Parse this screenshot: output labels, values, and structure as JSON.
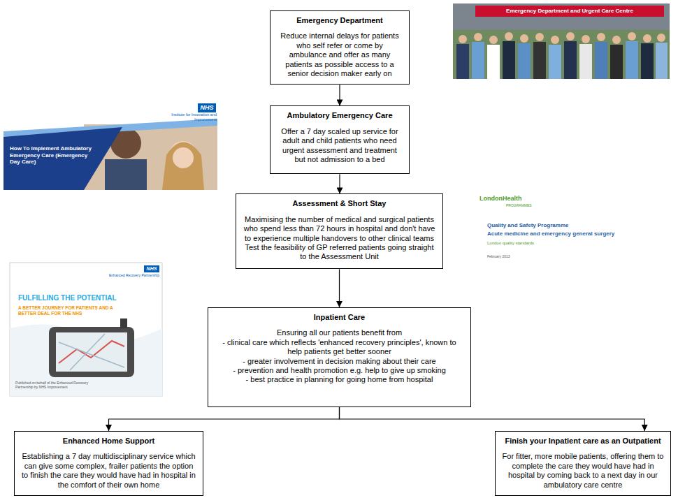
{
  "diagram": {
    "nodes": [
      {
        "text": [
          "Emergency Department",
          "Reduce internal delays for patients who self refer or come by ambulance and offer as many patients as possible access to a senior decision maker early on"
        ]
      },
      {
        "text": [
          "Ambulatory Emergency Care",
          "Offer a 7 day scaled up service for adult and child patients who need urgent assessment and treatment but not admission to a bed"
        ]
      },
      {
        "text": [
          "Assessment & Short Stay",
          "Maximising the number of medical and surgical patients who spend less than 72 hours in hospital and don't have to experience multiple handovers to other clinical teams",
          "Test the feasibility of GP referred patients going straight to the Assessment Unit"
        ]
      },
      {
        "text": [
          "Inpatient Care",
          "Ensuring all our patients benefit from",
          "- clinical care which reflects 'enhanced recovery principles', known to help patients get better sooner",
          "- greater involvement in decision making about their care",
          "- prevention and health promotion e.g. help to give up smoking",
          "- best practice in planning for going home from hospital"
        ]
      },
      {
        "text": [
          "Enhanced Home Support",
          "Establishing a 7 day multidisciplinary service which can give some complex, frailer patients the option to finish the care they would have had in hospital in the comfort of their own home"
        ]
      },
      {
        "text": [
          "Finish your Inpatient care as an Outpatient",
          "For fitter, more mobile patients, offering them to complete the care they would have had in hospital by coming back to a next day in our ambulatory care centre"
        ]
      }
    ],
    "edges": [
      {
        "from": 0,
        "to": 1,
        "arrow": "to"
      },
      {
        "from": 1,
        "to": 2,
        "arrow": "to"
      },
      {
        "from": 2,
        "to": 3,
        "arrow": "to"
      },
      {
        "from": 3,
        "to": 4,
        "arrow": "to"
      },
      {
        "from": 3,
        "to": 5,
        "arrow": "to"
      }
    ],
    "labels": [
      "Emergency Department and Urgent Care Centre",
      "NHS",
      "Institute for Innovation and Improvement",
      "How To Implement Ambulatory Emergency Care (Emergency Day Care)",
      "LondonHealth",
      "PROGRAMMES",
      "Quality and Safety Programme",
      "Acute medicine and emergency general surgery",
      "London quality standards",
      "February 2013",
      "NHS",
      "Enhanced Recovery Partnership",
      "FULFILLING THE POTENTIAL",
      "A BETTER JOURNEY FOR PATIENTS AND A BETTER DEAL FOR THE NHS",
      "Published on behalf of the Enhanced Recovery Partnership by NHS Improvement"
    ]
  }
}
